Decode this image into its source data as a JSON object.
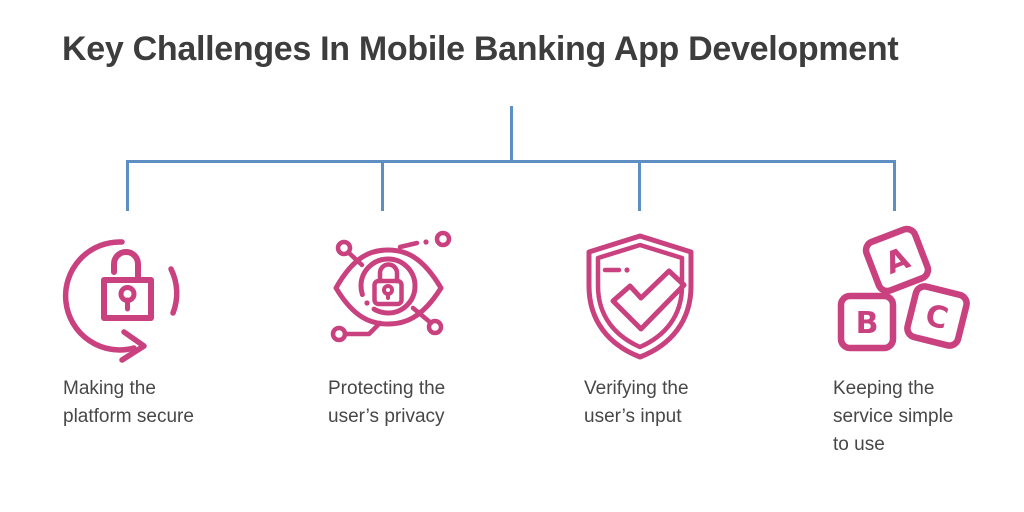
{
  "title": "Key Challenges In Mobile Banking App Development",
  "colors": {
    "accent_pink": "#c9417f",
    "connector_blue": "#5d8fc2",
    "title_text": "#3d3d3d",
    "caption_text": "#474747"
  },
  "items": [
    {
      "icon": "lock-refresh-icon",
      "label": "Making the\nplatform secure"
    },
    {
      "icon": "privacy-eye-icon",
      "label": "Protecting the\nuser’s privacy"
    },
    {
      "icon": "shield-check-icon",
      "label": "Verifying the\nuser’s input"
    },
    {
      "icon": "abc-blocks-icon",
      "label": "Keeping the\nservice simple\nto use"
    }
  ],
  "abc_blocks": {
    "a": "A",
    "b": "B",
    "c": "C"
  }
}
